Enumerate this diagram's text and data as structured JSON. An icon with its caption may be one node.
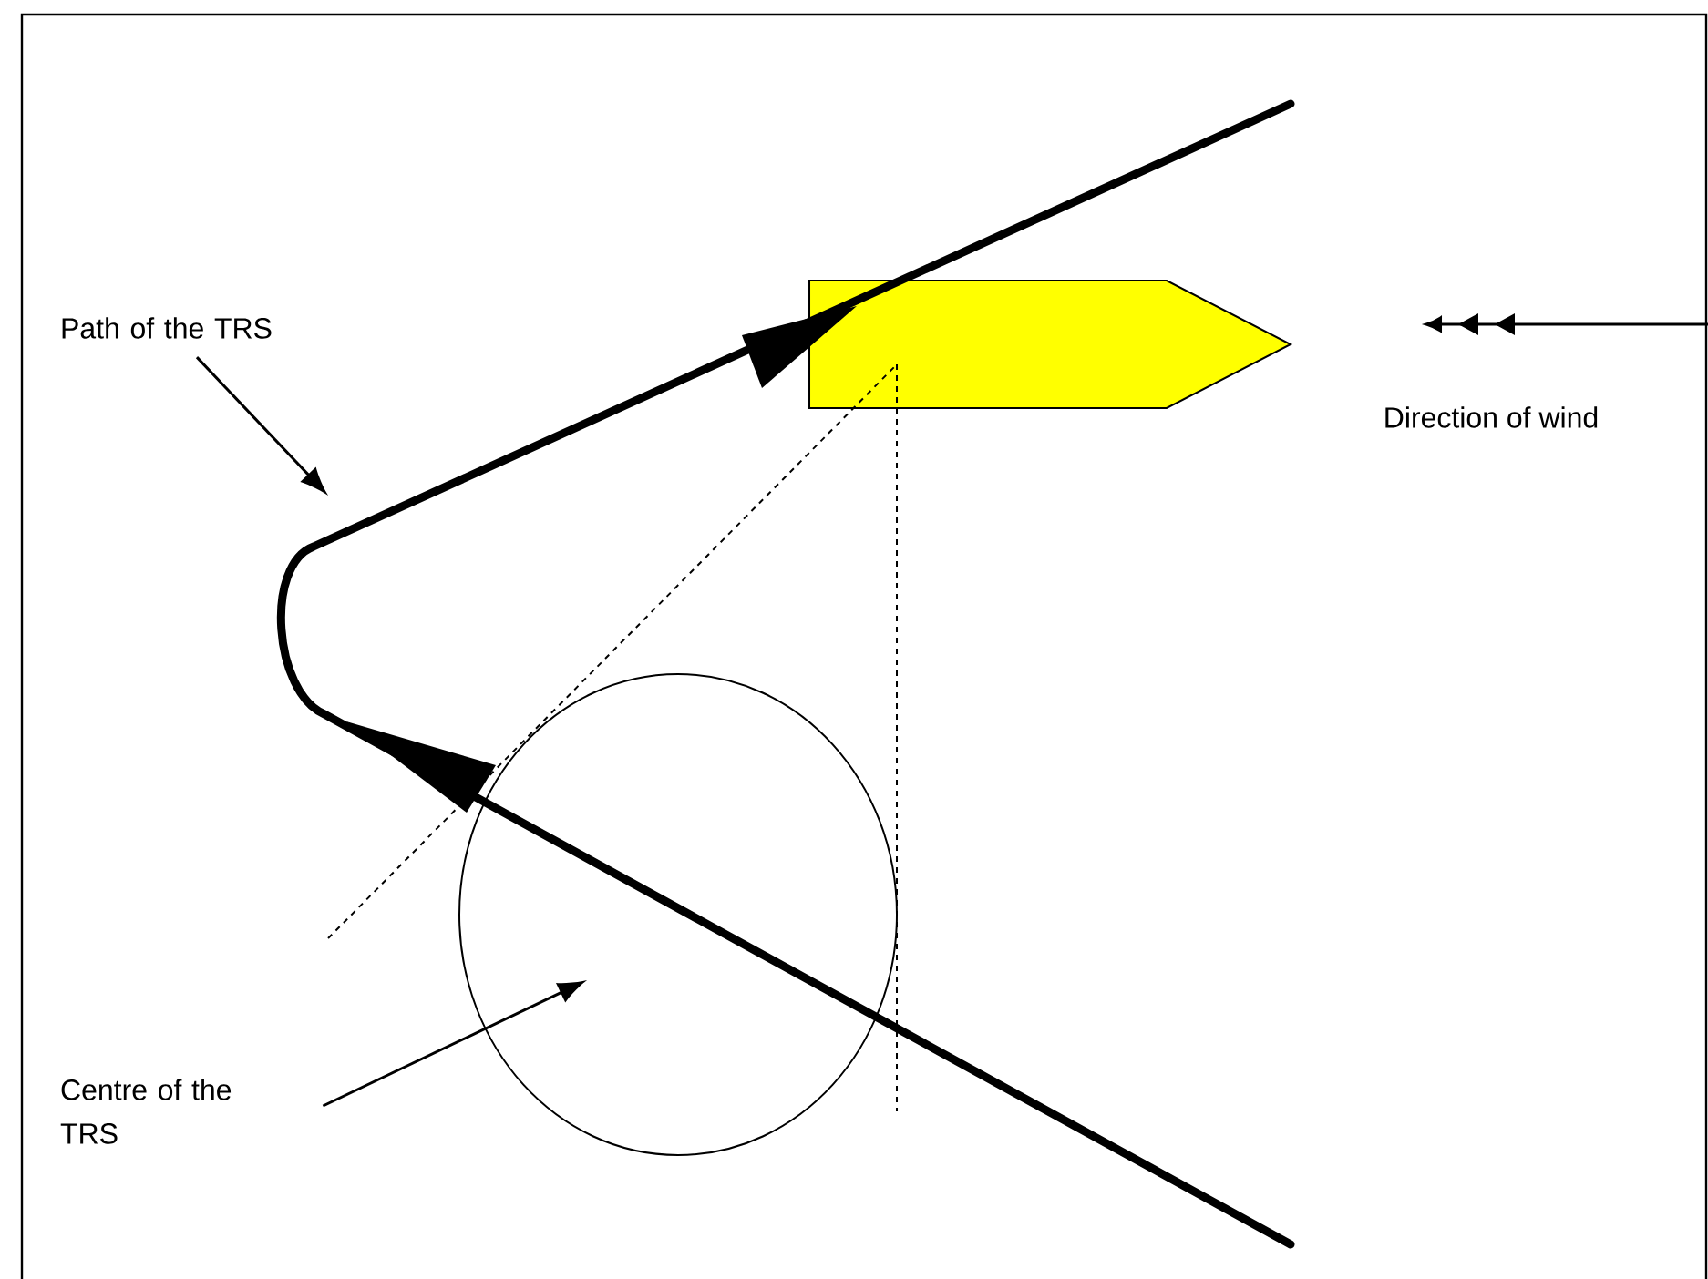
{
  "diagram": {
    "nodes": [
      {
        "text": [
          "Path of the TRS"
        ]
      },
      {
        "text": [
          "Centre of the TRS"
        ]
      }
    ],
    "edges": [
      {
        "from": 0,
        "to": null,
        "arrow": "to"
      },
      {
        "from": 1,
        "to": null,
        "arrow": "to"
      }
    ],
    "labels": [
      "Direction of wind"
    ]
  }
}
